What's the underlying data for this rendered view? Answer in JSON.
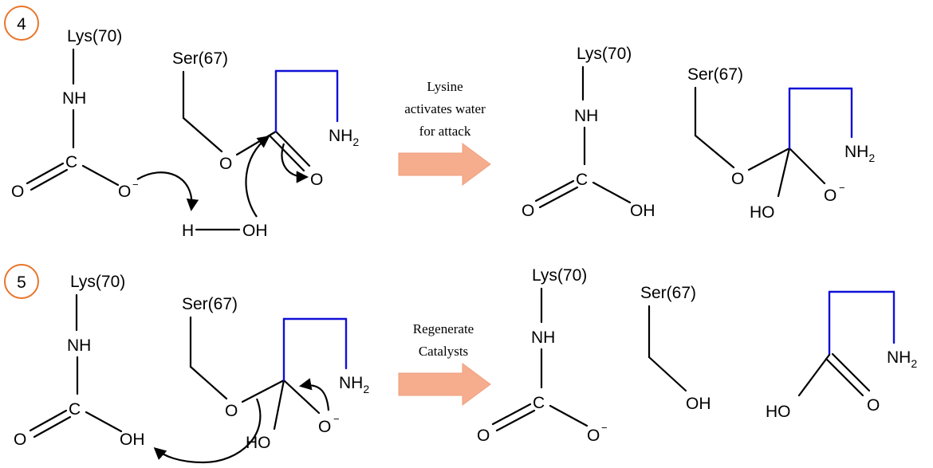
{
  "steps": [
    {
      "number": "4",
      "caption": [
        "Lysine",
        "activates water",
        "for attack"
      ],
      "labels": {
        "lys": "Lys(70)",
        "nh": "NH",
        "c": "C",
        "o_carbonyl": "O",
        "o_minus": "O",
        "minus": "−",
        "ser": "Ser(67)",
        "o_ester": "O",
        "o_keto": "O",
        "nh2": "NH",
        "two": "2",
        "h": "H",
        "oh": "OH"
      },
      "product_labels": {
        "lys": "Lys(70)",
        "nh": "NH",
        "c": "C",
        "o": "O",
        "oh": "OH",
        "ser": "Ser(67)",
        "o_ester": "O",
        "ho": "HO",
        "o_minus": "O",
        "minus": "−",
        "nh2": "NH",
        "two": "2"
      }
    },
    {
      "number": "5",
      "caption": [
        "Regenerate",
        "Catalysts"
      ],
      "labels": {
        "lys": "Lys(70)",
        "nh": "NH",
        "c": "C",
        "o_carbonyl": "O",
        "oh": "OH",
        "ser": "Ser(67)",
        "o_ester": "O",
        "ho": "HO",
        "o_minus": "O",
        "minus": "−",
        "nh2": "NH",
        "two": "2"
      },
      "product_labels": {
        "lys": "Lys(70)",
        "nh": "NH",
        "c": "C",
        "o": "O",
        "o_minus": "O",
        "minus": "−",
        "ser": "Ser(67)",
        "oh": "OH",
        "ho": "HO",
        "o_acid": "O",
        "nh2": "NH",
        "two": "2"
      }
    }
  ],
  "colors": {
    "step_circle_border": "#e8752a",
    "reaction_arrow": "#f6ad8e",
    "highlight_bond": "#1010d8"
  }
}
